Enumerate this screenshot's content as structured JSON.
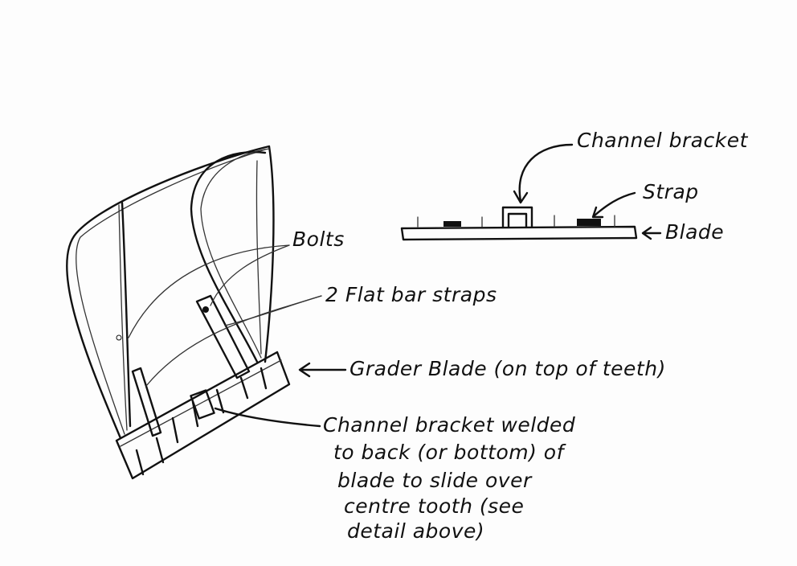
{
  "labels": {
    "detail_channel_bracket": "Channel bracket",
    "detail_strap": "Strap",
    "detail_blade": "Blade",
    "bolts": "Bolts",
    "flat_bar_straps": "2 Flat bar straps",
    "grader_blade": "Grader Blade (on top of teeth)",
    "channel_note": [
      "Channel bracket welded",
      "to back (or bottom) of",
      "blade to slide over",
      "centre tooth (see",
      "detail above)"
    ]
  }
}
